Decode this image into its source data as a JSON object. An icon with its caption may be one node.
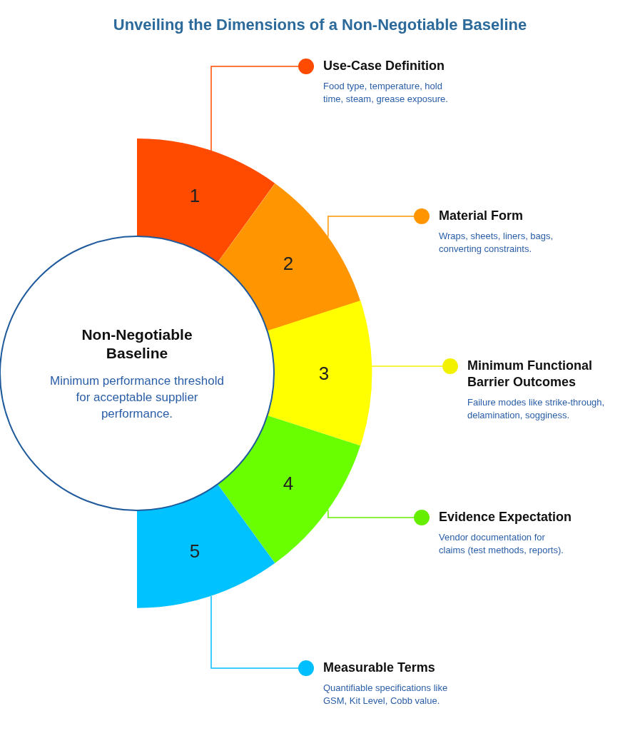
{
  "diagram": {
    "title": "Unveiling the Dimensions of a Non-Negotiable Baseline",
    "nodes": [
      {
        "text": [
          "Non-Negotiable Baseline",
          "Minimum performance threshold for acceptable supplier performance."
        ]
      },
      {
        "text": [
          "1"
        ]
      },
      {
        "text": [
          "2"
        ]
      },
      {
        "text": [
          "3"
        ]
      },
      {
        "text": [
          "4"
        ]
      },
      {
        "text": [
          "5"
        ]
      },
      {
        "text": [
          "Use-Case Definition",
          "Food type, temperature, hold time, steam, grease exposure."
        ]
      },
      {
        "text": [
          "Material Form",
          "Wraps, sheets, liners, bags, converting constraints."
        ]
      },
      {
        "text": [
          "Minimum Functional Barrier Outcomes",
          "Failure modes like strike-through, delamination, sogginess."
        ]
      },
      {
        "text": [
          "Evidence Expectation",
          "Vendor documentation for claims (test methods, reports)."
        ]
      },
      {
        "text": [
          "Measurable Terms",
          "Quantifiable specifications like GSM, Kit Level, Cobb value."
        ]
      }
    ],
    "edges": [
      {
        "from": 1,
        "to": 6,
        "arrow": "other",
        "color": "#ff4b00"
      },
      {
        "from": 2,
        "to": 7,
        "arrow": "other",
        "color": "#ff9500"
      },
      {
        "from": 3,
        "to": 8,
        "arrow": "other",
        "color": "#f2f200"
      },
      {
        "from": 4,
        "to": 9,
        "arrow": "other",
        "color": "#66ee00"
      },
      {
        "from": 5,
        "to": 10,
        "arrow": "other",
        "color": "#00bfff"
      }
    ]
  }
}
